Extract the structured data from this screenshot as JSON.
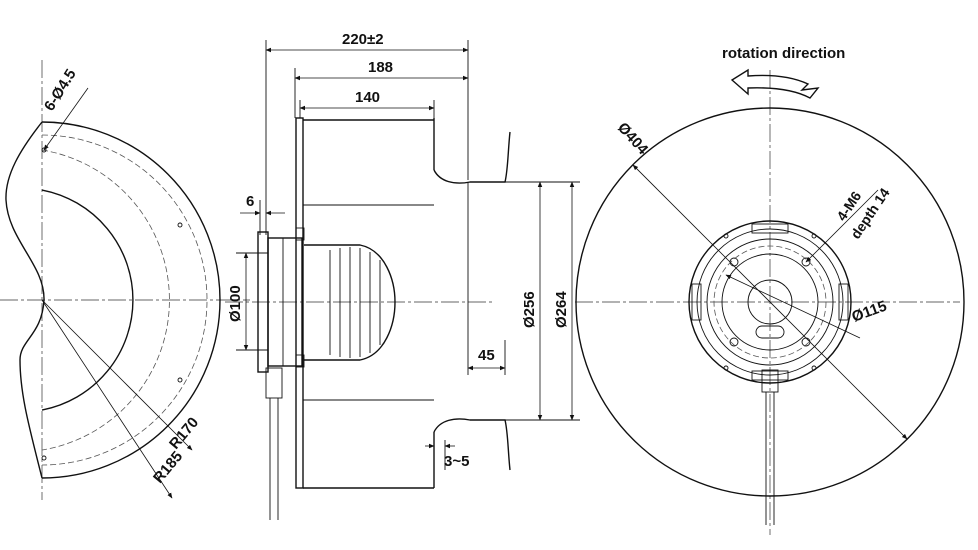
{
  "left_view": {
    "holes": "6-Ø4.5",
    "r_inner": "R170",
    "r_outer": "R185"
  },
  "side_view": {
    "total_length": "220±2",
    "length_188": "188",
    "length_140": "140",
    "flange_6": "6",
    "dia_100": "Ø100",
    "dia_256": "Ø256",
    "dia_264": "Ø264",
    "offset_45": "45",
    "gap": "3~5"
  },
  "front_view": {
    "rotation_label": "rotation direction",
    "dia_404": "Ø404",
    "thread": "4-M6",
    "depth": "depth 14",
    "dia_115": "Ø115"
  }
}
